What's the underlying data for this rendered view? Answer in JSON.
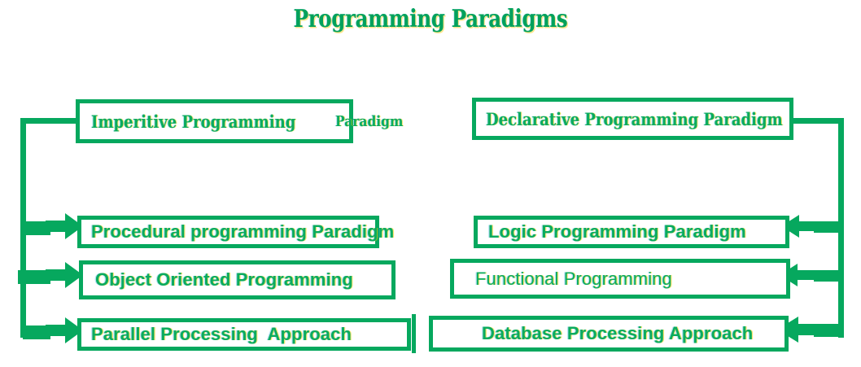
{
  "diagram": {
    "title": "Programming Paradigms",
    "accent_color": "#06a85e",
    "text_color": "#0bab5e",
    "background_color": "#ffffff",
    "left_branch": {
      "root": "Imperitive Programming ",
      "root_suffix": "Paradigm",
      "children": [
        "Procedural programming Paradigm",
        "Object Oriented Programming",
        "Parallel Processing  Approach"
      ]
    },
    "right_branch": {
      "root": "Declarative Programming Paradigm",
      "children": [
        "Logic Programming Paradigm",
        "Functional Programming",
        "Database Processing Approach"
      ]
    }
  }
}
